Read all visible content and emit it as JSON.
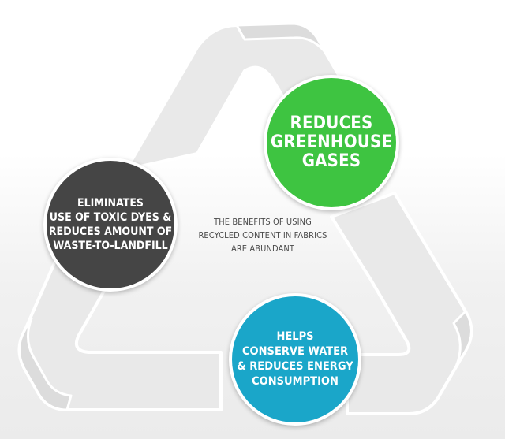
{
  "diagram": {
    "center_text": [
      "THE BENEFITS OF USING",
      "RECYCLED CONTENT IN FABRICS",
      "ARE ABUNDANT"
    ],
    "benefits": {
      "greenhouse": [
        "REDUCES",
        "GREENHOUSE",
        "GASES"
      ],
      "toxic_dyes": [
        "ELIMINATES",
        "USE OF TOXIC DYES &",
        "REDUCES AMOUNT OF",
        "WASTE-TO-LANDFILL"
      ],
      "water_energy": [
        "HELPS",
        "CONSERVE WATER",
        "& REDUCES ENERGY",
        "CONSUMPTION"
      ]
    },
    "colors": {
      "greenhouse": "#3ec441",
      "toxic_dyes": "#454545",
      "water_energy": "#1aa6c9",
      "recycle_symbol": "#e9e9e9"
    }
  }
}
